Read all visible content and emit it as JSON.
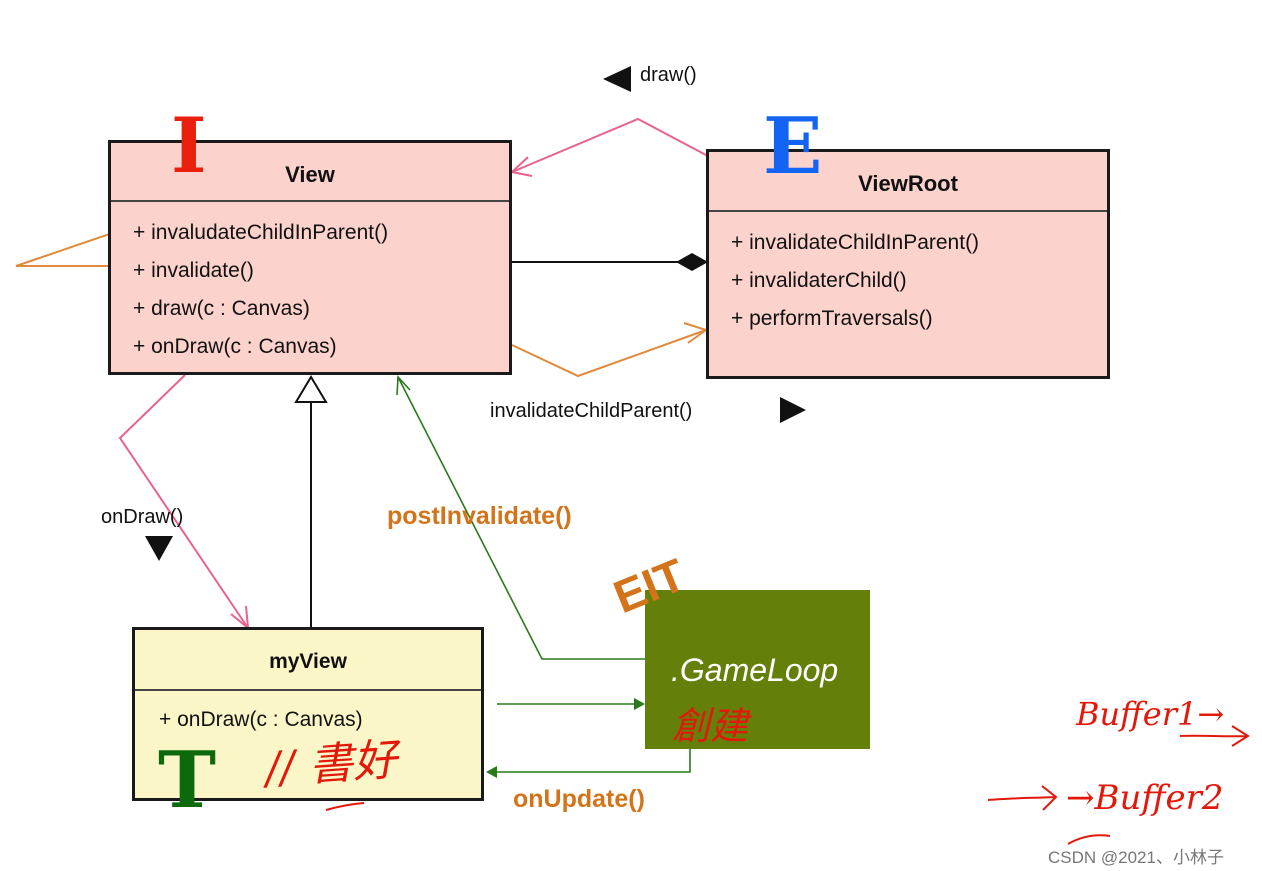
{
  "view": {
    "stereotype": "I",
    "title": "View",
    "members": [
      "+ invaludateChildInParent()",
      "+ invalidate()",
      "+ draw(c : Canvas)",
      "+ onDraw(c : Canvas)"
    ]
  },
  "viewroot": {
    "stereotype": "E",
    "title": "ViewRoot",
    "members": [
      "+ invalidateChildInParent()",
      "+ invalidaterChild()",
      "+ performTraversals()"
    ]
  },
  "myview": {
    "stereotype": "T",
    "title": "myView",
    "members": [
      "+ onDraw(c : Canvas)"
    ]
  },
  "gameloop": {
    "stereotype": "EIT",
    "title": ".GameLoop"
  },
  "messages": {
    "draw": "draw()",
    "invalidate_child_parent": "invalidateChildParent()",
    "on_draw": "onDraw()",
    "post_invalidate": "postInvalidate()",
    "on_update": "onUpdate()"
  },
  "annotations": {
    "comment": "// 書好",
    "create": "創建",
    "buffer1": "Buffer1→",
    "buffer2": "→Buffer2"
  },
  "watermark": "CSDN @2021、小林子",
  "colors": {
    "class_fill": "#fcd2cc",
    "myview_fill": "#fbf6c8",
    "gameloop_fill": "#64800a",
    "stereo_i": "#e8200c",
    "stereo_e": "#1464f4",
    "stereo_t": "#0c6a0c",
    "pink_arrow": "#e8628a",
    "orange_arrow": "#e08a3a",
    "green_arrow": "#2a7a1a",
    "handwriting": "#e2180a"
  }
}
